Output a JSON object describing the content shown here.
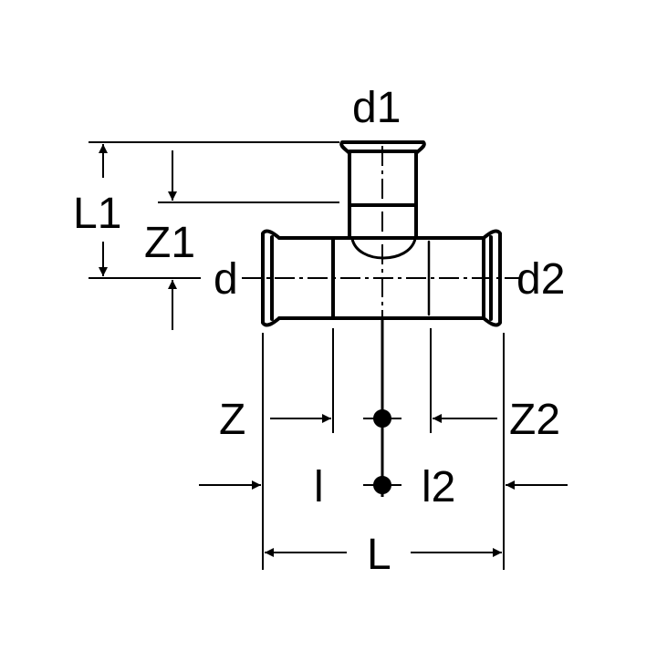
{
  "labels": {
    "d1": "d1",
    "L1": "L1",
    "Z1": "Z1",
    "d": "d",
    "d2": "d2",
    "Z": "Z",
    "Z2": "Z2",
    "l": "l",
    "l2": "l2",
    "L": "L"
  },
  "colors": {
    "stroke": "#000000",
    "background": "#ffffff"
  }
}
